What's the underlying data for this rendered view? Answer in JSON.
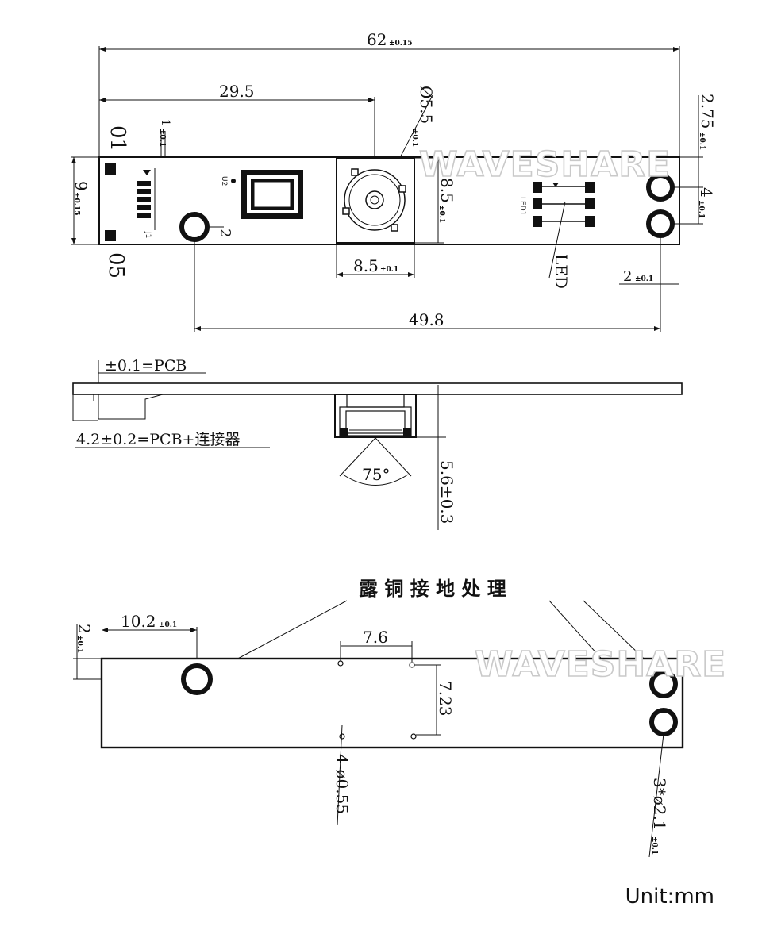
{
  "watermark": "WAVESHARE",
  "unit_label": "Unit:mm",
  "top_view": {
    "overall_length": "62",
    "overall_length_tol": "±0.15",
    "lens_center_offset": "29.5",
    "lens_diameter": "Ø5.5",
    "lens_diameter_tol": "±0.1",
    "hole_edge_offset": "2.75",
    "hole_edge_offset_tol": "±0.1",
    "board_width": "9",
    "board_width_tol": "±0.15",
    "pin_pitch": "1",
    "pin_pitch_tol": "±0.1",
    "pin_first": "01",
    "pin_last": "05",
    "connector_ref": "J1",
    "chip_ref": "U2",
    "led_ref": "LED1",
    "led_label": "LED",
    "lens_height": "8.5",
    "lens_height_tol": "±0.1",
    "lens_width": "8.5",
    "lens_width_tol": "±0.1",
    "hole_pitch": "4",
    "hole_pitch_tol": "±0.1",
    "hole_right_offset": "2",
    "hole_right_offset_tol": "±0.1",
    "hole_left_offset": "2",
    "hole_span": "49.8"
  },
  "side_view": {
    "pcb_thickness": "±0.1=PCB",
    "connector_height": "4.2±0.2=PCB+连接器",
    "fov_angle": "75°",
    "module_height": "5.6±0.3"
  },
  "bottom_view": {
    "title": "露 铜 接 地 处 理",
    "hole_top_offset": "2",
    "hole_top_offset_tol": "±0.1",
    "hole_left_offset": "10.2",
    "hole_left_offset_tol": "±0.1",
    "small_hole_pitch_x": "7.6",
    "small_hole_pitch_y": "7.23",
    "small_holes": "4-ø0.55",
    "mount_holes": "3*ø2.1",
    "mount_holes_tol": "±0.1"
  }
}
